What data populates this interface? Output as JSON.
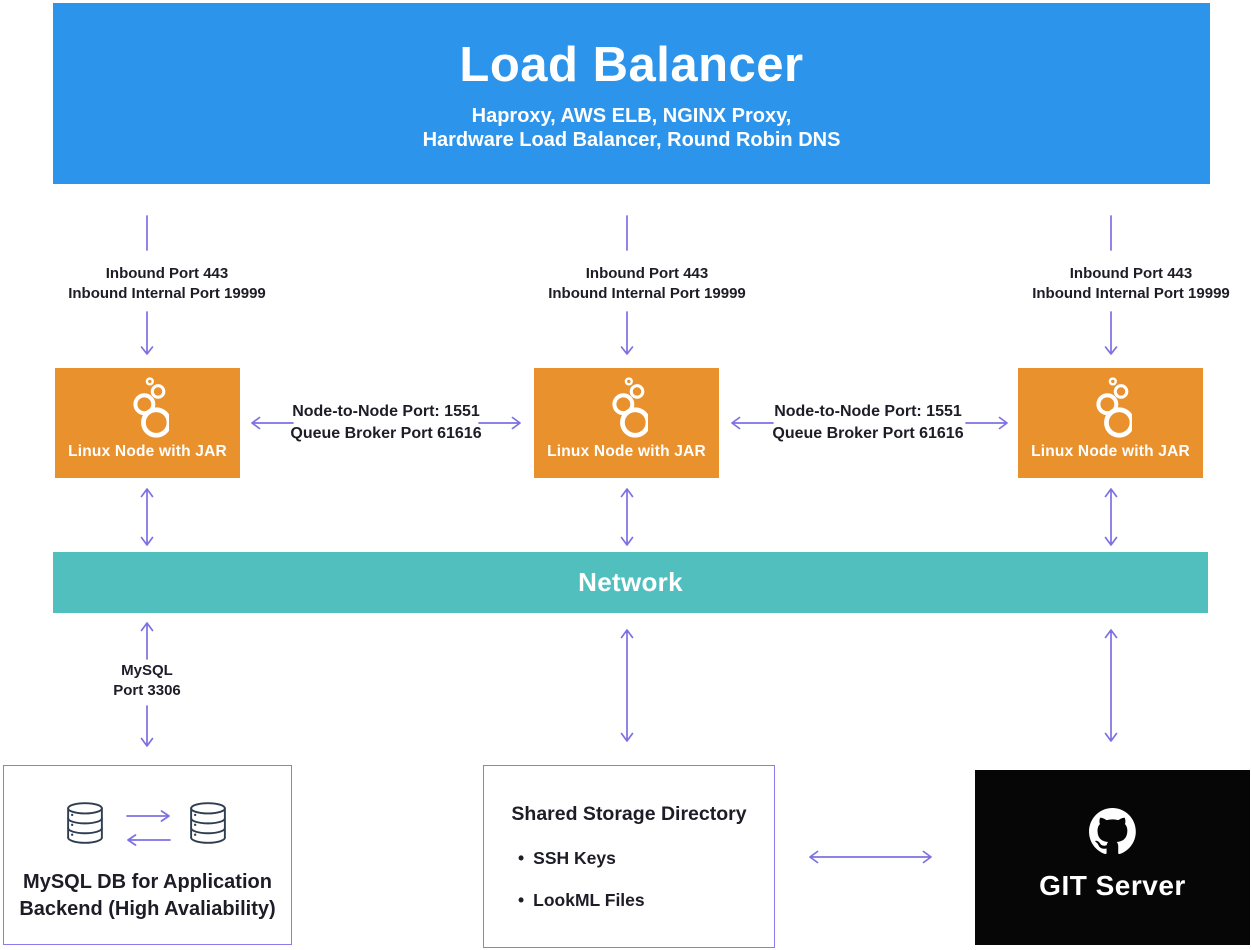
{
  "load_balancer": {
    "title": "Load Balancer",
    "subtitle_line1": "Haproxy, AWS ELB, NGINX Proxy,",
    "subtitle_line2": "Hardware Load Balancer, Round Robin DNS"
  },
  "inbound_labels": [
    {
      "line1": "Inbound Port 443",
      "line2": "Inbound Internal Port 19999"
    },
    {
      "line1": "Inbound Port 443",
      "line2": "Inbound Internal Port 19999"
    },
    {
      "line1": "Inbound Port 443",
      "line2": "Inbound Internal Port 19999"
    }
  ],
  "nodes": [
    {
      "label": "Linux Node with JAR"
    },
    {
      "label": "Linux Node with JAR"
    },
    {
      "label": "Linux Node with JAR"
    }
  ],
  "node_links": [
    {
      "line1": "Node-to-Node Port: 1551",
      "line2": "Queue Broker Port 61616"
    },
    {
      "line1": "Node-to-Node Port: 1551",
      "line2": "Queue Broker Port 61616"
    }
  ],
  "network": {
    "label": "Network"
  },
  "mysql_link": {
    "line1": "MySQL",
    "line2": "Port 3306"
  },
  "mysql_box": {
    "line1": "MySQL DB for Application",
    "line2": "Backend (High Avaliability)"
  },
  "shared_storage": {
    "title": "Shared Storage Directory",
    "bullet": "•",
    "items": [
      "SSH Keys",
      "LookML Files"
    ]
  },
  "git_server": {
    "label": "GIT Server"
  },
  "colors": {
    "banner_blue": "#2C94EA",
    "node_orange": "#E8912D",
    "network_teal": "#52BFBF",
    "arrow_purple": "#7D70E2",
    "box_border_purple": "#8A7CF0",
    "git_black": "#060606",
    "text_dark": "#1d1d27",
    "db_icon_ink": "#2E3D4F"
  }
}
